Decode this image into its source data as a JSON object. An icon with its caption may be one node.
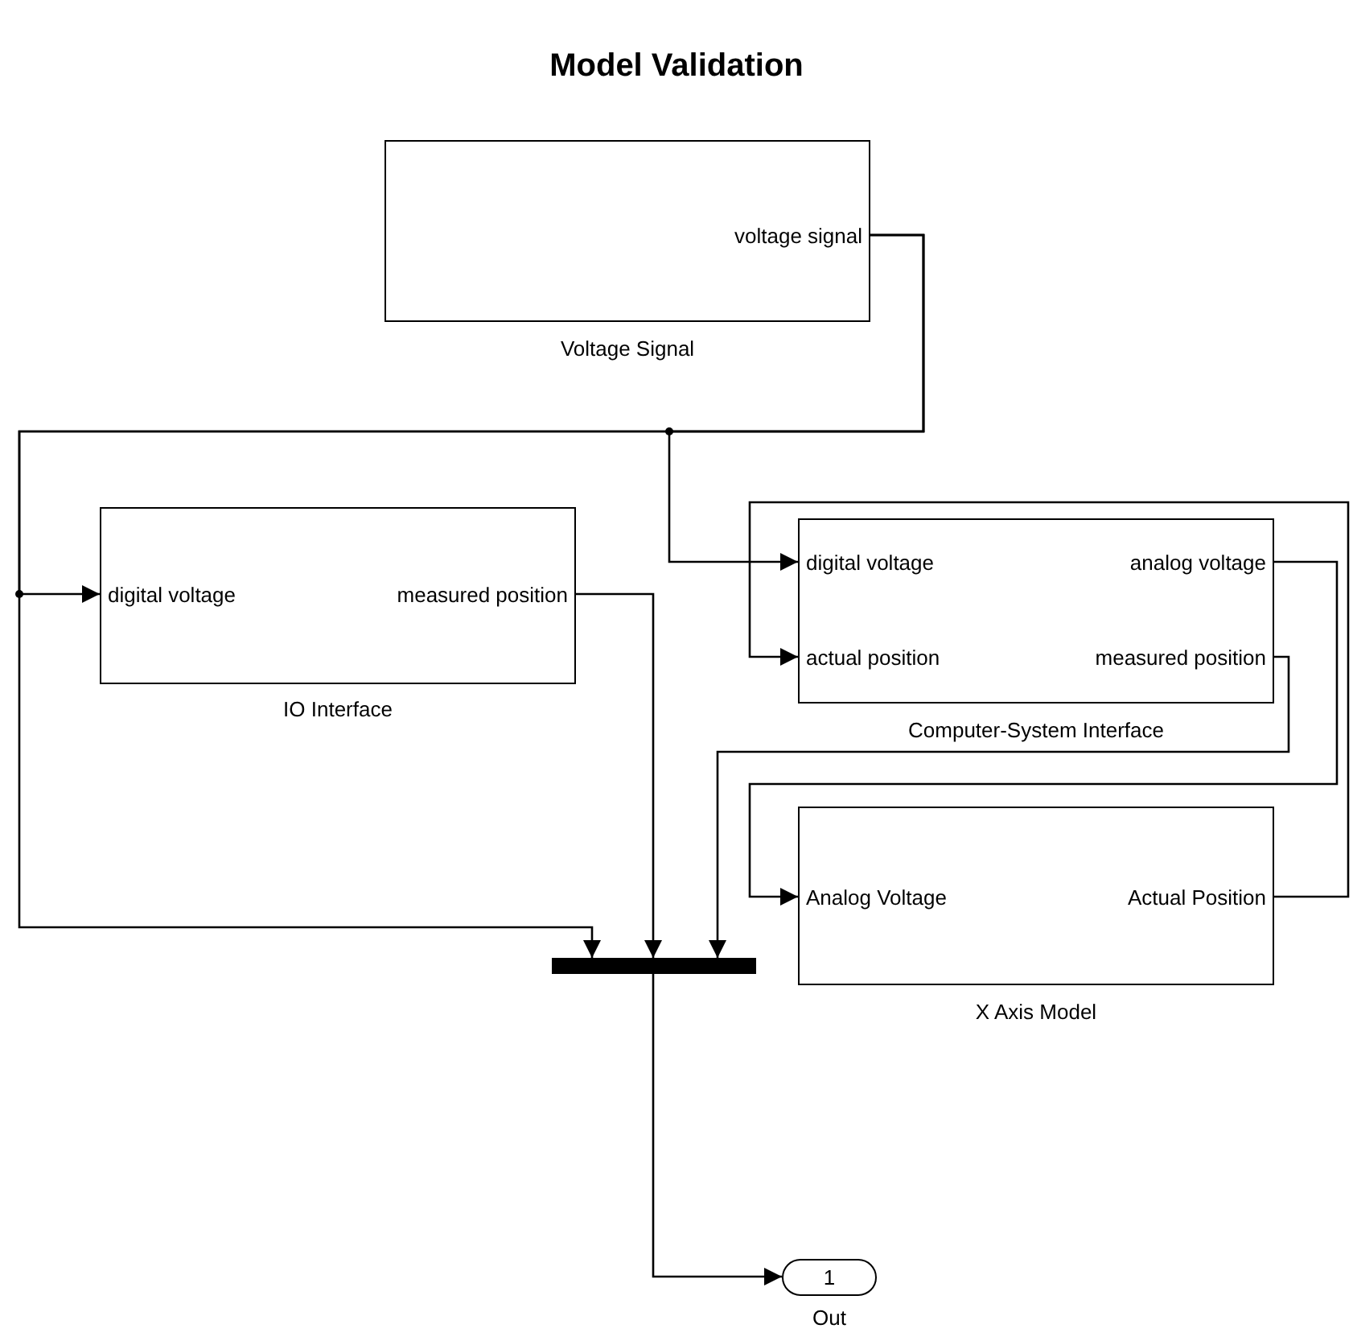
{
  "diagram": {
    "title": "Model Validation",
    "nodes": [
      {
        "text": [
          "voltage signal"
        ],
        "beside": [
          "Voltage Signal"
        ]
      },
      {
        "text": [
          "digital voltage",
          "measured position"
        ],
        "beside": [
          "IO Interface"
        ]
      },
      {
        "text": [
          "digital voltage",
          "analog voltage",
          "actual position",
          "measured position"
        ],
        "beside": [
          "Computer-System Interface"
        ]
      },
      {
        "text": [
          "Analog Voltage",
          "Actual Position"
        ],
        "beside": [
          "X Axis Model"
        ]
      },
      {
        "text": [],
        "shape": "bar"
      },
      {
        "text": [
          "1"
        ],
        "beside": [
          "Out"
        ]
      }
    ],
    "edges": [
      {
        "from": 0,
        "to": 1,
        "arrow": "to"
      },
      {
        "from": 0,
        "to": 2,
        "arrow": "to"
      },
      {
        "from": 0,
        "to": 4,
        "arrow": "to"
      },
      {
        "from": 1,
        "to": 4,
        "arrow": "to"
      },
      {
        "from": 2,
        "to": 4,
        "arrow": "to"
      },
      {
        "from": 2,
        "to": 3,
        "arrow": "to"
      },
      {
        "from": 3,
        "to": 2,
        "arrow": "to"
      },
      {
        "from": 4,
        "to": 5,
        "arrow": "to"
      }
    ]
  }
}
